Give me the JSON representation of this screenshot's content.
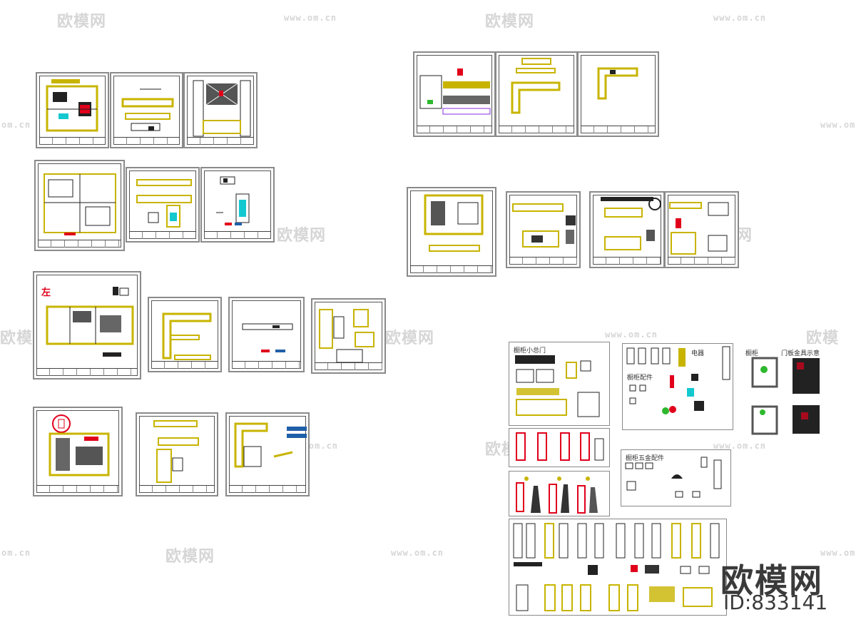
{
  "watermark": {
    "brand_text": "欧模网",
    "url_text": "www.om.cn",
    "partial_url": "om.cn",
    "partial_brand": "欧模"
  },
  "annotations": {
    "cabinet_hardware_label": "橱柜",
    "door_panel_label": "门板金具示意",
    "electric_label": "电器",
    "parts_label": "橱柜配件",
    "partial_label": "橱柜小总门",
    "fittings_label": "橱柜五金配件",
    "red_mark": "左"
  },
  "brand": {
    "logo_text": "欧模网",
    "id_text": "ID:833141"
  },
  "colors": {
    "frame": "#8a8a8a",
    "cad_line": "#222222",
    "cad_yellow": "#c8b400",
    "cad_red": "#e0001b",
    "cad_blue": "#1f5fa8",
    "cad_cyan": "#14c8d0",
    "cad_green": "#2eb82e",
    "watermark": "#d6d6d6"
  }
}
